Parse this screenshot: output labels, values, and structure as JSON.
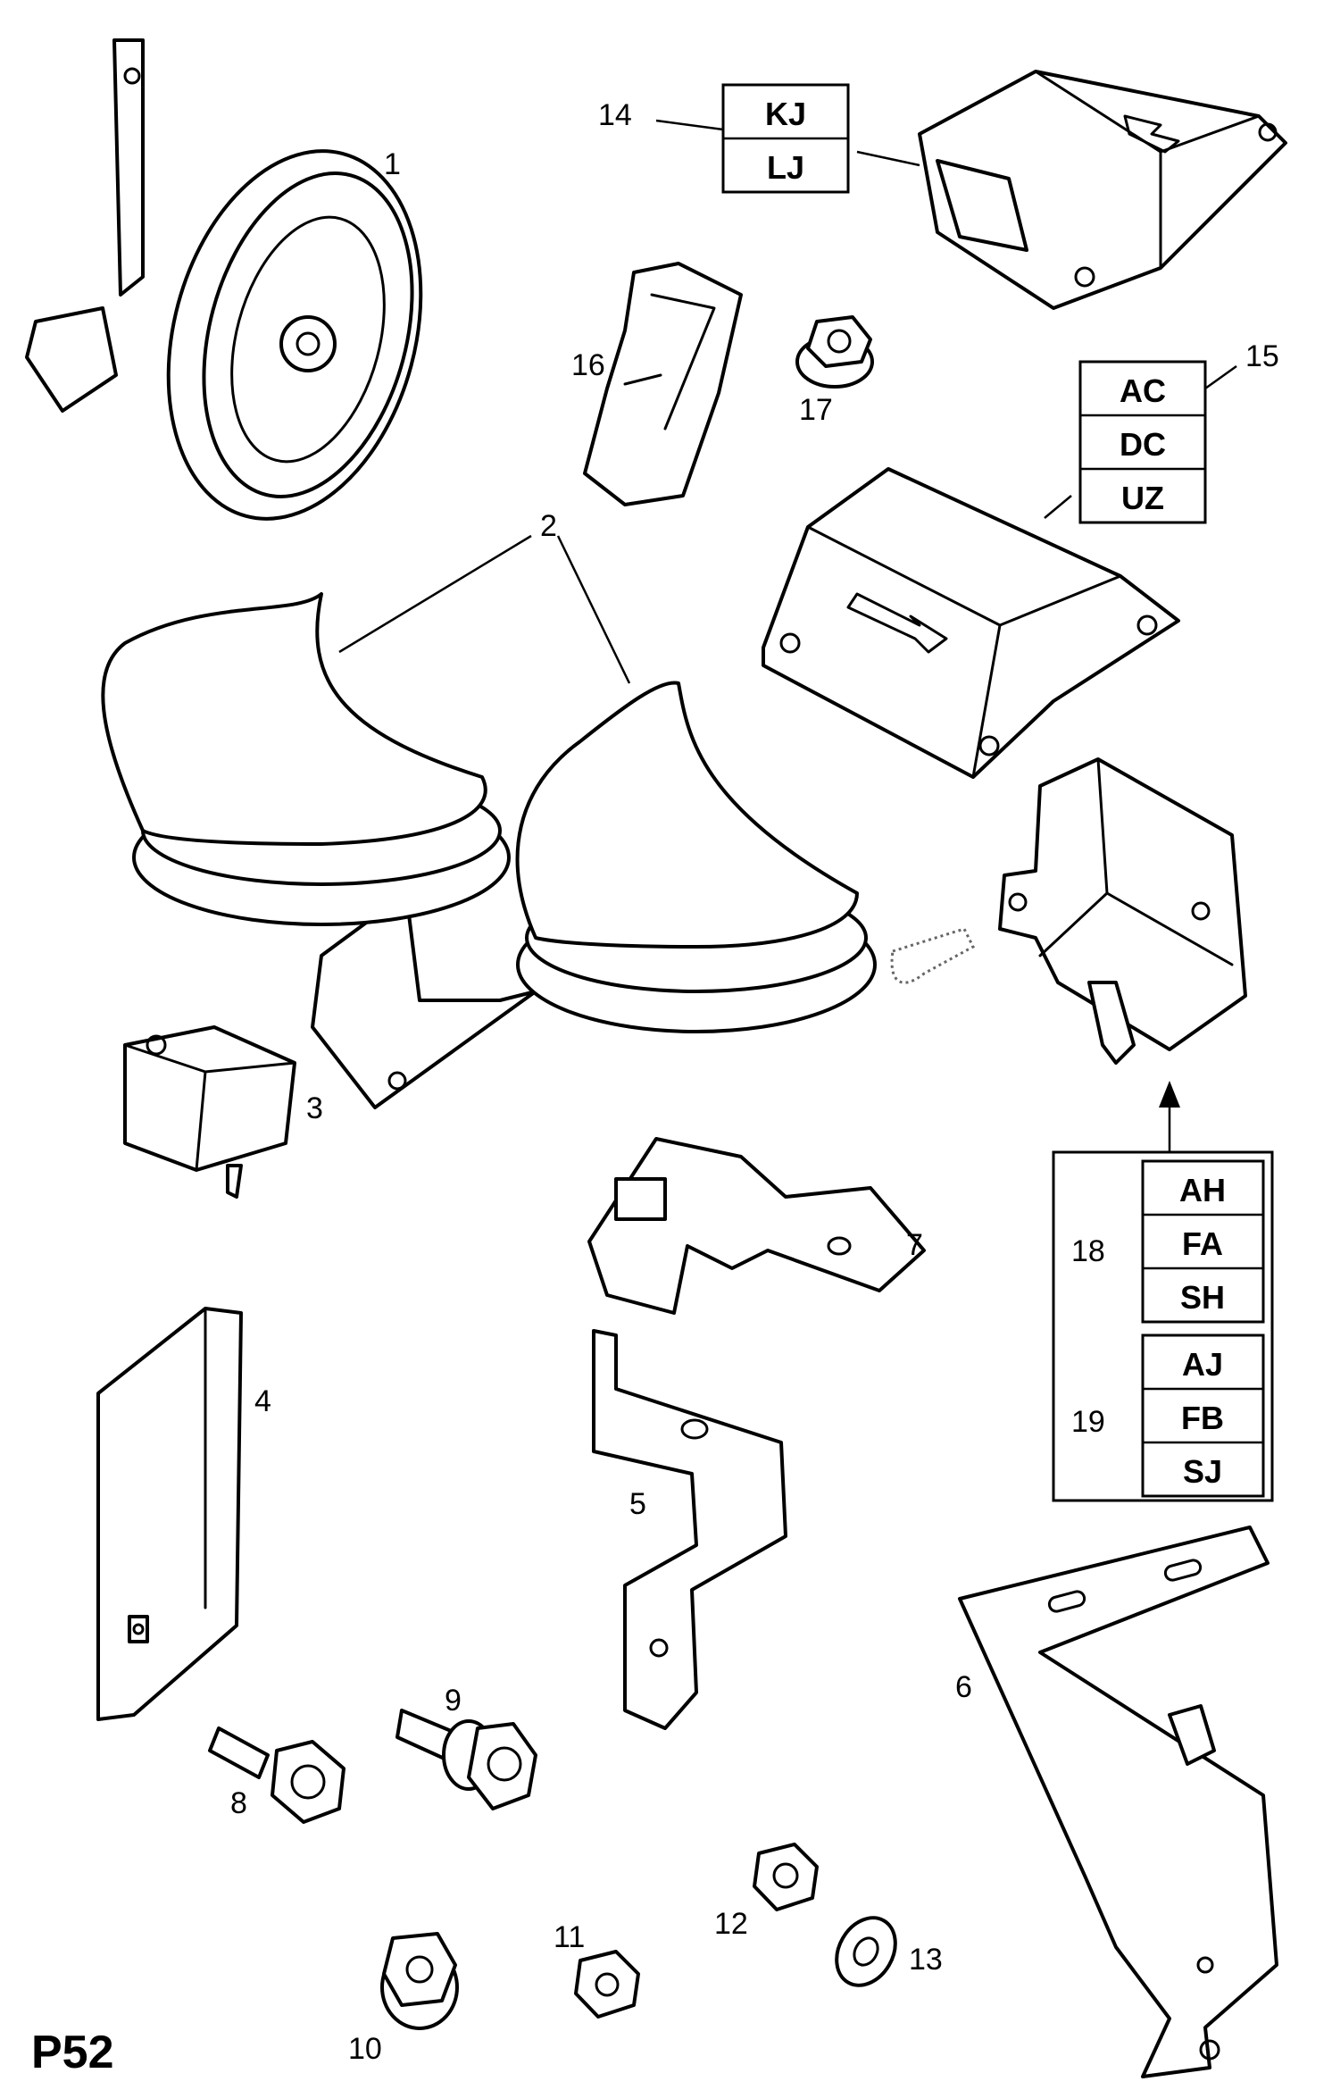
{
  "page_id": "P52",
  "callouts": [
    "1",
    "2",
    "3",
    "4",
    "5",
    "6",
    "7",
    "8",
    "9",
    "10",
    "11",
    "12",
    "13",
    "14",
    "15",
    "16",
    "17",
    "18",
    "19"
  ],
  "code_groups": {
    "g14": [
      "KJ",
      "LJ"
    ],
    "g15": [
      "AC",
      "DC",
      "UZ"
    ],
    "g18": [
      "AH",
      "FA",
      "SH"
    ],
    "g19": [
      "AJ",
      "FB",
      "SJ"
    ]
  }
}
